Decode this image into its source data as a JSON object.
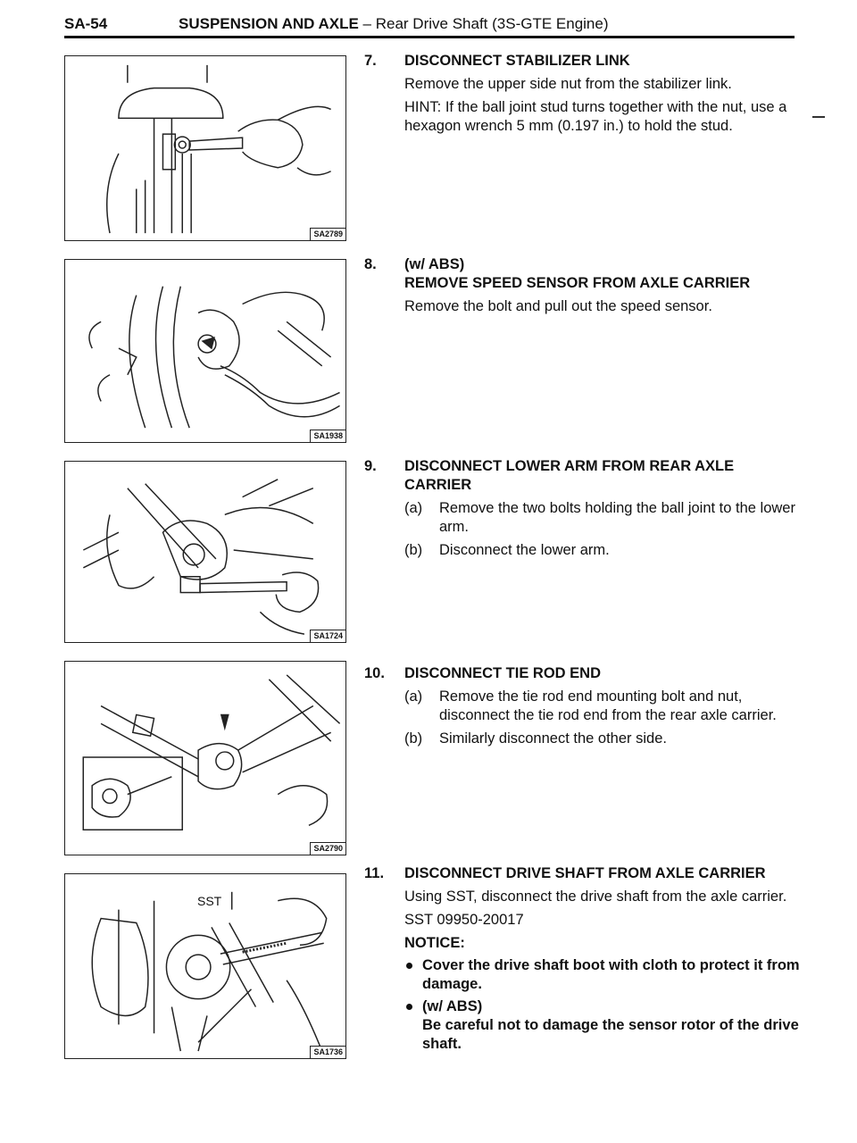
{
  "header": {
    "page_number": "SA-54",
    "section": "SUSPENSION AND AXLE",
    "subtitle": " – Rear Drive Shaft (3S-GTE Engine)"
  },
  "figures": [
    {
      "code": "SA2789"
    },
    {
      "code": "SA1938"
    },
    {
      "code": "SA1724"
    },
    {
      "code": "SA2790"
    },
    {
      "code": "SA1736",
      "label": "SST"
    }
  ],
  "steps": [
    {
      "number": "7.",
      "title": "DISCONNECT STABILIZER LINK",
      "text": "Remove the upper side nut from the stabilizer link.",
      "hint": "HINT:   If the ball joint stud turns together with the nut, use a hexagon wrench 5 mm (0.197 in.) to hold the stud."
    },
    {
      "number": "8.",
      "title_line1": "(w/ ABS)",
      "title_line2": "REMOVE SPEED SENSOR FROM AXLE CARRIER",
      "text": "Remove the bolt and pull out the speed sensor."
    },
    {
      "number": "9.",
      "title": "DISCONNECT LOWER ARM FROM REAR AXLE CARRIER",
      "items": [
        {
          "label": "(a)",
          "text": "Remove the two bolts holding the ball joint to the lower arm."
        },
        {
          "label": "(b)",
          "text": "Disconnect the lower arm."
        }
      ]
    },
    {
      "number": "10.",
      "title": "DISCONNECT TIE ROD END",
      "items": [
        {
          "label": "(a)",
          "text": "Remove the tie rod end mounting bolt and nut, disconnect the tie rod end from the rear axle carrier."
        },
        {
          "label": "(b)",
          "text": "Similarly disconnect the other side."
        }
      ]
    },
    {
      "number": "11.",
      "title": "DISCONNECT DRIVE SHAFT FROM AXLE CARRIER",
      "text": "Using SST, disconnect the drive shaft from the axle carrier.",
      "sst": "SST 09950-20017",
      "notice_head": "NOTICE:",
      "bullets": [
        {
          "text": "Cover the drive shaft boot with cloth to protect it from damage."
        },
        {
          "line1": "(w/ ABS)",
          "line2": "Be careful not to damage the sensor rotor of the drive shaft."
        }
      ]
    }
  ]
}
